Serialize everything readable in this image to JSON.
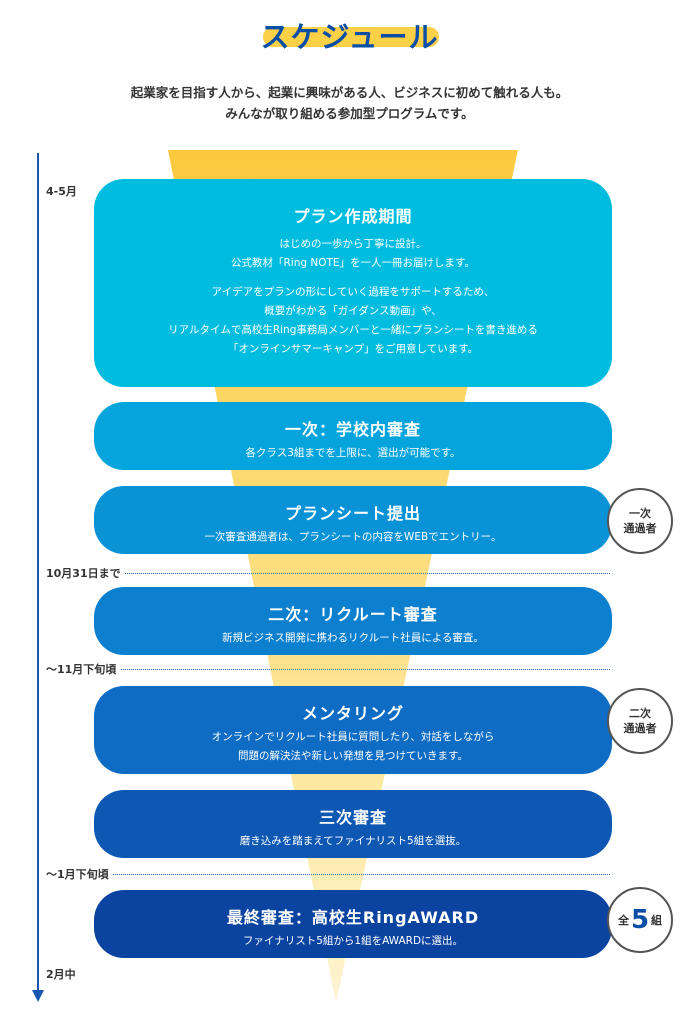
{
  "header": {
    "title": "スケジュール",
    "lead_line1": "起業家を目指す人から、起業に興味がある人、ビジネスに初めて触れる人も。",
    "lead_line2": "みんなが取り組める参加型プログラムです。"
  },
  "dates": {
    "d1": "4-5月",
    "d2": "10月31日まで",
    "d3": "〜11月下旬頃",
    "d4": "〜1月下旬頃",
    "d5": "2月中"
  },
  "steps": [
    {
      "title": "プラン作成期間",
      "lines_a": [
        "はじめの一歩から丁寧に設計。",
        "公式教材「Ring NOTE」を一人一冊お届けします。"
      ],
      "lines_b": [
        "アイデアをプランの形にしていく過程をサポートするため、",
        "概要がわかる「ガイダンス動画」や、",
        "リアルタイムで高校生Ring事務局メンバーと一緒にプランシートを書き進める",
        "「オンラインサマーキャンプ」をご用意しています。"
      ]
    },
    {
      "title": "一次：学校内審査",
      "body": "各クラス3組までを上限に、選出が可能です。"
    },
    {
      "title": "プランシート提出",
      "body": "一次審査通過者は、プランシートの内容をWEBでエントリー。"
    },
    {
      "title": "二次：リクルート審査",
      "body": "新規ビジネス開発に携わるリクルート社員による審査。"
    },
    {
      "title": "メンタリング",
      "body1": "オンラインでリクルート社員に質問したり、対話をしながら",
      "body2": "問題の解決法や新しい発想を見つけていきます。"
    },
    {
      "title": "三次審査",
      "body": "磨き込みを踏まえてファイナリスト5組を選抜。"
    },
    {
      "title": "最終審査：高校生RingAWARD",
      "body": "ファイナリスト5組から1組をAWARDに選出。"
    }
  ],
  "badges": {
    "first_line1": "一次",
    "first_line2": "通過者",
    "second_line1": "二次",
    "second_line2": "通過者",
    "final_prefix": "全",
    "final_num": "5",
    "final_suffix": "組"
  },
  "colors": {
    "card1": "#00bde0",
    "card2": "#06a4dd",
    "card3": "#0a92d6",
    "card4": "#0d7fcf",
    "card5": "#0e6cc4",
    "card6": "#0e58b4",
    "card7": "#0b44a0",
    "funnel": "#fcc93d",
    "accent": "#0b4ea6"
  }
}
